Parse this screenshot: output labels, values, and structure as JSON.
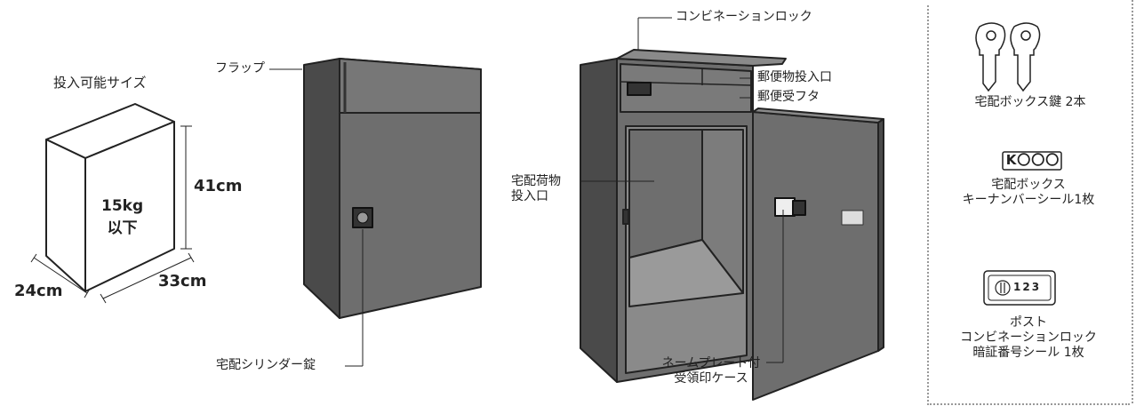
{
  "size_panel": {
    "title": "投入可能サイズ",
    "height": "41cm",
    "depth": "24cm",
    "width": "33cm",
    "weight_line1": "15kg",
    "weight_line2": "以下"
  },
  "closed_box": {
    "flap_label": "フラップ",
    "cylinder_lock_label": "宅配シリンダー錠"
  },
  "open_box": {
    "combination_lock_label": "コンビネーションロック",
    "mail_slot_label": "郵便物投入口",
    "mail_lid_label": "郵便受フタ",
    "parcel_slot_line1": "宅配荷物",
    "parcel_slot_line2": "投入口",
    "nameplate_line1": "ネームプレート付",
    "nameplate_line2": "受領印ケース"
  },
  "accessories": {
    "keys_label": "宅配ボックス鍵 2本",
    "key_sticker_badge": "K〇〇〇",
    "key_sticker_line1": "宅配ボックス",
    "key_sticker_line2": "キーナンバーシール1枚",
    "code_sticker_digits": "123",
    "code_sticker_line1": "ポスト",
    "code_sticker_line2": "コンビネーションロック",
    "code_sticker_line3": "暗証番号シール 1枚"
  },
  "colors": {
    "box_body": "#6e6e6e",
    "box_dark": "#4a4a4a",
    "box_light": "#8a8a8a",
    "outline": "#222222"
  }
}
